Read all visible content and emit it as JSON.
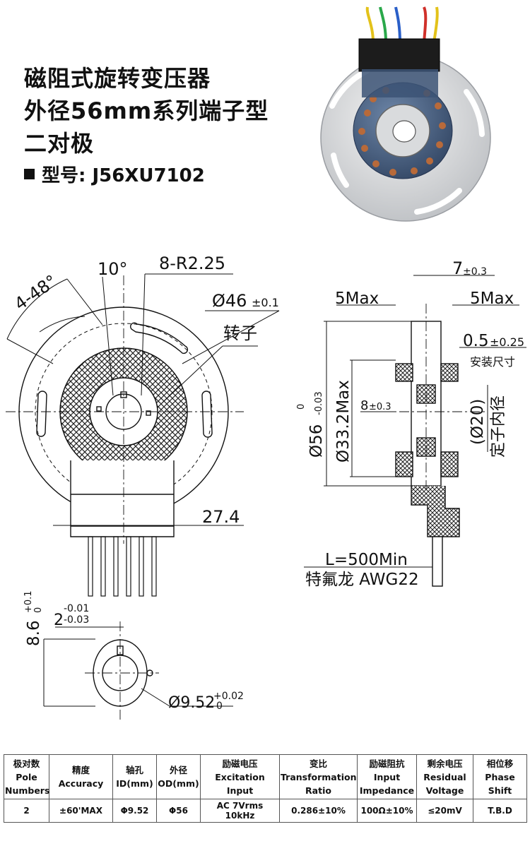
{
  "title": {
    "lines": [
      "磁阻式旋转变压器",
      "外径56mm系列端子型",
      "二对极"
    ],
    "model": "型号: J56XU7102"
  },
  "drawing_labels": {
    "front": {
      "holes": "4-48°",
      "angle": "10°",
      "slots": "8-R2.25",
      "dia46": "Ø46",
      "dia46_tol": "±0.1",
      "rotor": "转子",
      "height": "27.4"
    },
    "side": {
      "width": "7",
      "width_tol": "±0.3",
      "max_left": "5Max",
      "max_right": "5Max",
      "mount": "0.5",
      "mount_tol": "±0.25",
      "mount_label": "安装尺寸",
      "inner": "8",
      "inner_tol": "±0.3",
      "od": "Ø56",
      "od_tol_top": "0",
      "od_tol_bottom": "-0.03",
      "coil": "Ø33.2Max",
      "stator_id": "(Ø20)",
      "stator_label": "定子内径",
      "lead_length": "L=500Min",
      "lead_wire": "特氟龙 AWG22"
    },
    "detail": {
      "h": "8.6",
      "h_tol_top": "+0.1",
      "h_tol_bottom": "0",
      "key": "2",
      "key_tol_top": "-0.01",
      "key_tol_bottom": "-0.03",
      "bore": "Ø9.52",
      "bore_tol_top": "+0.02",
      "bore_tol_bottom": "0"
    }
  },
  "spec_table": {
    "headers": [
      "极对数\nPole\nNumbers",
      "精度\nAccuracy",
      "轴孔\nID(mm)",
      "外径\nOD(mm)",
      "励磁电压\nExcitation Input",
      "变比\nTransformation\nRatio",
      "励磁阻抗\nInput\nImpedance",
      "剩余电压\nResidual\nVoltage",
      "相位移\nPhase\nShift"
    ],
    "values": [
      "2",
      "±60'MAX",
      "Φ9.52",
      "Φ56",
      "AC 7Vrms 10kHz",
      "0.286±10%",
      "100Ω±10%",
      "≤20mV",
      "T.B.D"
    ]
  },
  "colors": {
    "wire_yellow": "#e3c21a",
    "wire_red": "#d0302a",
    "wire_blue": "#2a5fc8",
    "wire_green": "#2aa84a",
    "coil_copper": "#b86a3a",
    "potting_blue": "#3f5a80"
  }
}
